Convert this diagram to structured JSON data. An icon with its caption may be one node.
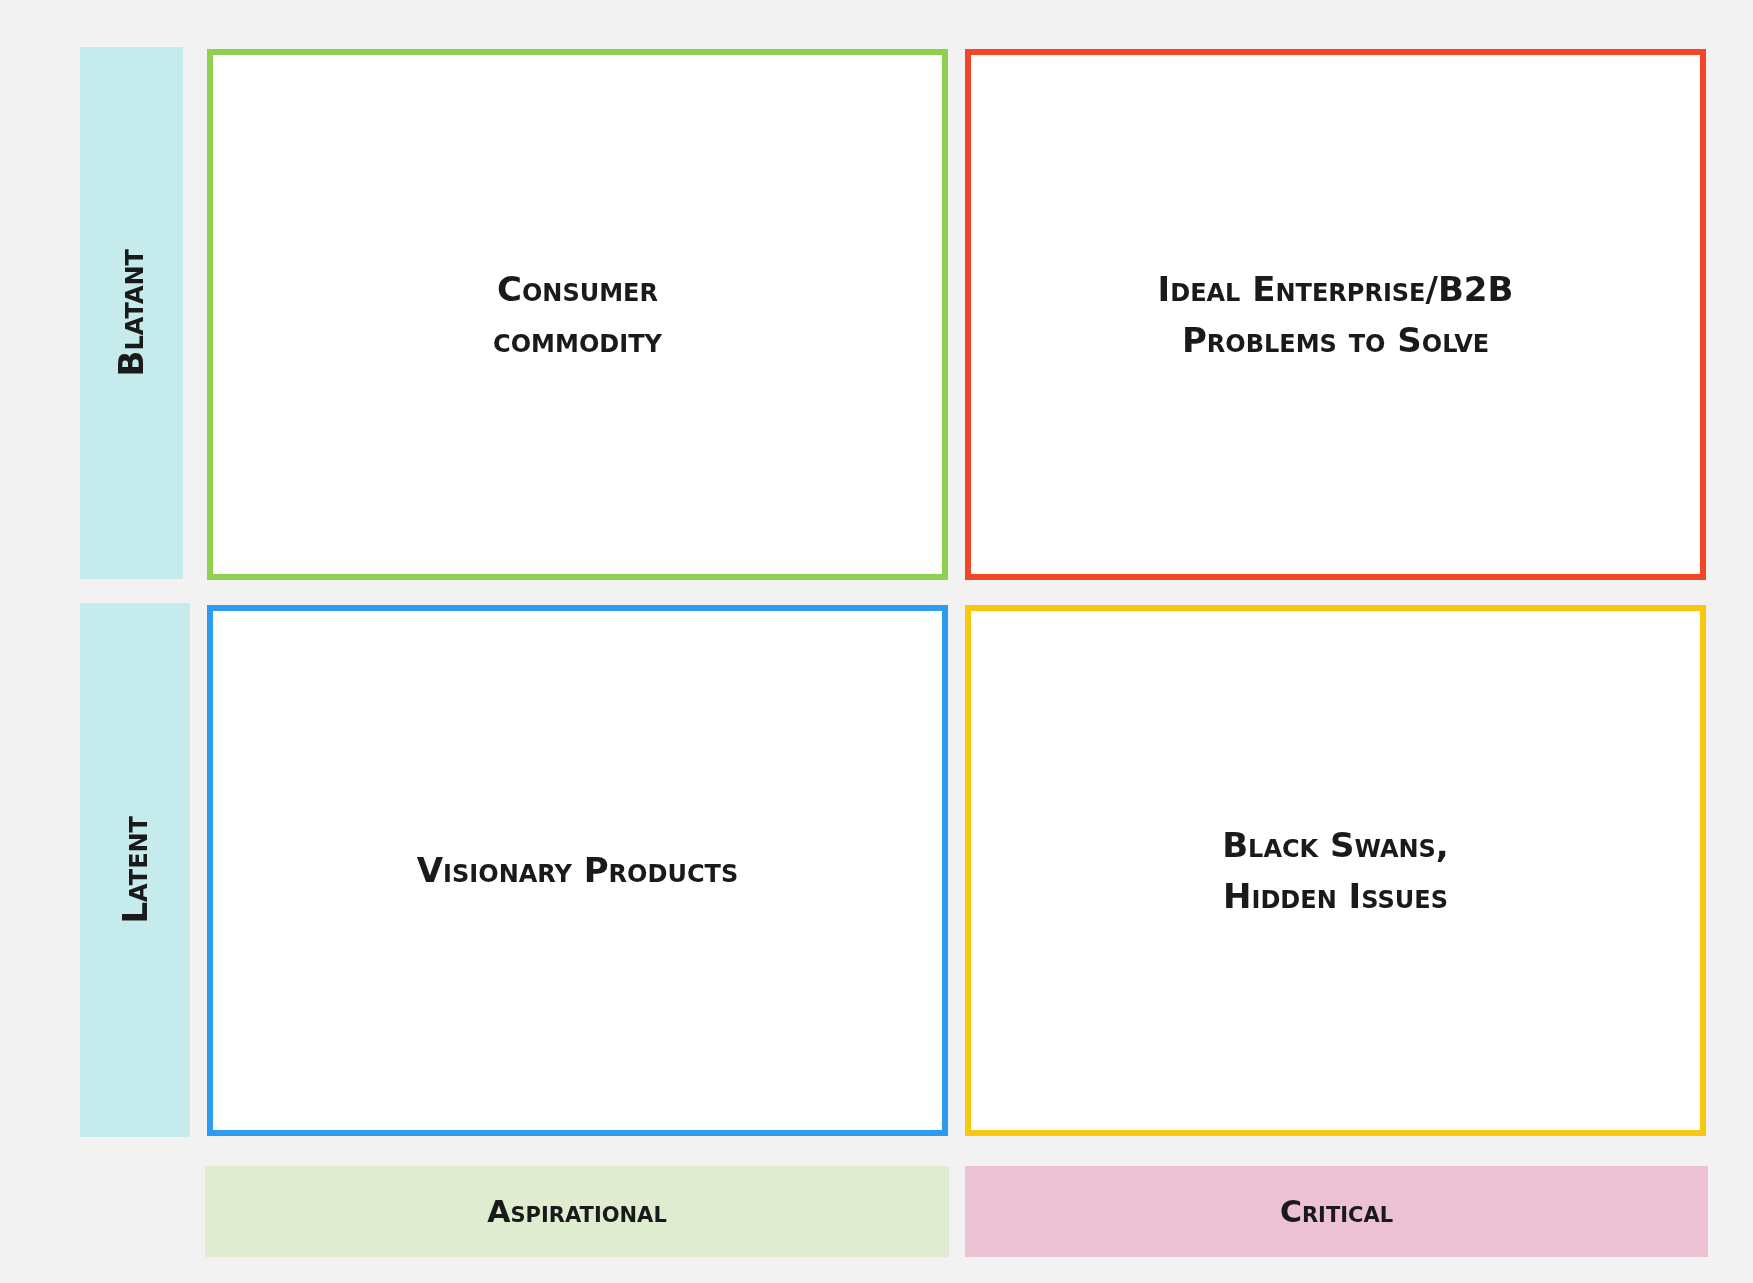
{
  "diagram": {
    "nodes": [
      {
        "text": [
          "Blatant"
        ]
      },
      {
        "text": [
          "Consumer commodity"
        ]
      },
      {
        "text": [
          "Ideal Enterprise/B2B Problems to Solve"
        ]
      },
      {
        "text": [
          "Latent"
        ]
      },
      {
        "text": [
          "Visionary Products"
        ]
      },
      {
        "text": [
          "Black Swans, Hidden Issues"
        ]
      },
      {
        "text": [
          "Aspirational"
        ]
      },
      {
        "text": [
          "Critical"
        ]
      }
    ]
  }
}
